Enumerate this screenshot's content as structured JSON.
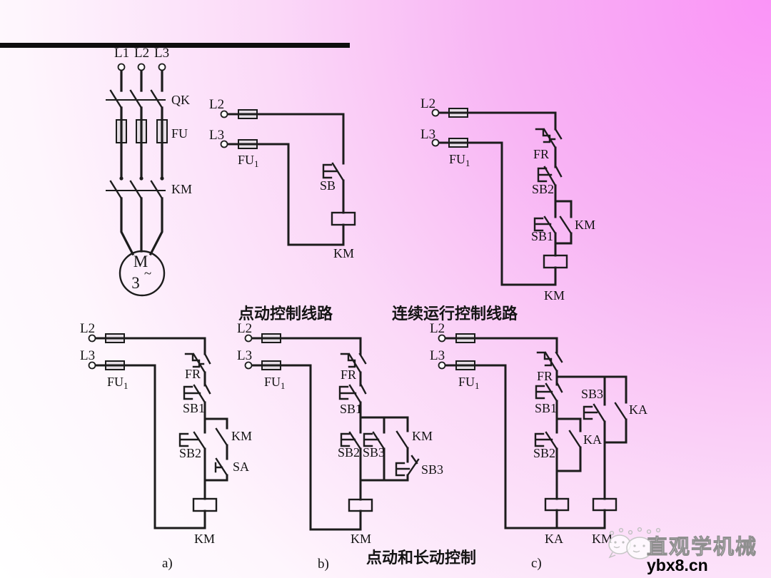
{
  "slide": {
    "captions": {
      "jog_title": "点动控制线路",
      "continuous_title": "连续运行控制线路",
      "jog_long_title": "点动和长动控制",
      "label_a": "a)",
      "label_b": "b)",
      "label_c": "c)"
    },
    "colors": {
      "background_accent": "#fa94f7",
      "line": "#1c1c1c",
      "divider_bar": "#0e0e0e"
    }
  },
  "power_circuit": {
    "phase_labels": [
      "L1",
      "L2",
      "L3"
    ],
    "switch_label": "QK",
    "fuse_label": "FU",
    "contactor_label": "KM",
    "motor": {
      "letter": "M",
      "tilde": "~",
      "phases": "3"
    }
  },
  "jog_circuit": {
    "l2": "L2",
    "l3": "L3",
    "fuse": "FU",
    "fuse_sub": "1",
    "button": "SB",
    "coil": "KM"
  },
  "continuous_circuit": {
    "l2": "L2",
    "l3": "L3",
    "fuse": "FU",
    "fuse_sub": "1",
    "thermal": "FR",
    "stop": "SB2",
    "start": "SB1",
    "seal": "KM",
    "coil": "KM"
  },
  "circuit_a": {
    "l2": "L2",
    "l3": "L3",
    "fuse": "FU",
    "fuse_sub": "1",
    "thermal": "FR",
    "stop": "SB1",
    "start": "SB2",
    "seal": "KM",
    "selector": "SA",
    "coil": "KM"
  },
  "circuit_b": {
    "l2": "L2",
    "l3": "L3",
    "fuse": "FU",
    "fuse_sub": "1",
    "thermal": "FR",
    "stop": "SB1",
    "start": "SB2",
    "jog": "SB3",
    "seal": "KM",
    "jog_nc": "SB3",
    "coil": "KM"
  },
  "circuit_c": {
    "l2": "L2",
    "l3": "L3",
    "fuse": "FU",
    "fuse_sub": "1",
    "thermal": "FR",
    "stop": "SB1",
    "start": "SB2",
    "seal": "KA",
    "jog": "SB3",
    "relay_contact": "KA",
    "relay_coil": "KA",
    "coil": "KM"
  },
  "watermark": {
    "brand": "直观学机械",
    "site": "ybx8.cn"
  }
}
